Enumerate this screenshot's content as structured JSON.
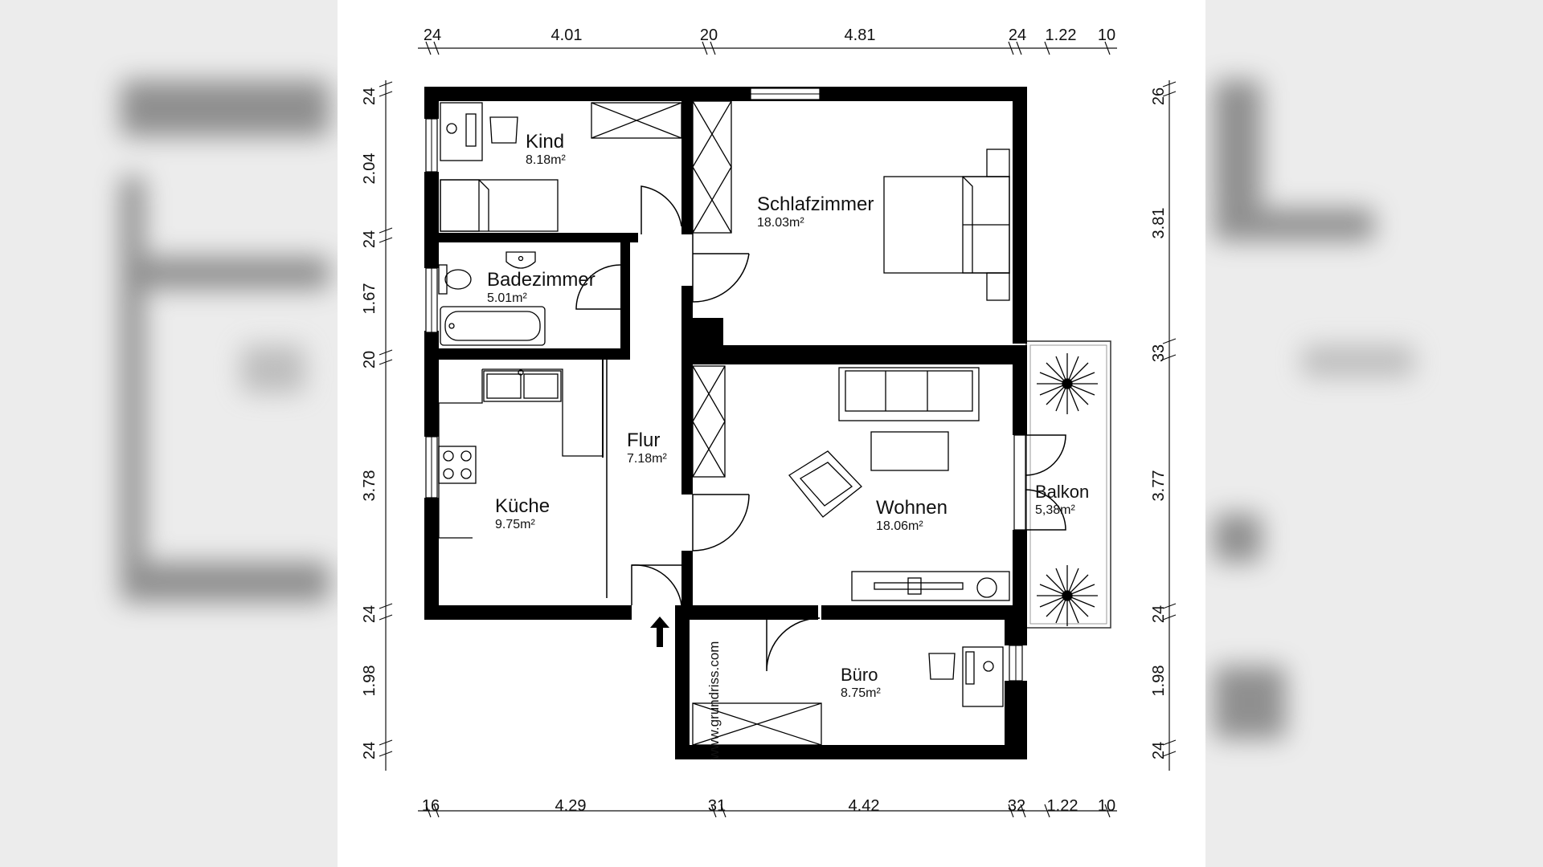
{
  "plan": {
    "rooms": [
      {
        "id": "kind",
        "name": "Kind",
        "area": "8.18m²"
      },
      {
        "id": "schlafzimmer",
        "name": "Schlafzimmer",
        "area": "18.03m²"
      },
      {
        "id": "badezimmer",
        "name": "Badezimmer",
        "area": "5.01m²"
      },
      {
        "id": "flur",
        "name": "Flur",
        "area": "7.18m²"
      },
      {
        "id": "kueche",
        "name": "Küche",
        "area": "9.75m²"
      },
      {
        "id": "wohnen",
        "name": "Wohnen",
        "area": "18.06m²"
      },
      {
        "id": "balkon",
        "name": "Balkon",
        "area": "5,38m²"
      },
      {
        "id": "buero",
        "name": "Büro",
        "area": "8.75m²"
      }
    ],
    "dims": {
      "top": [
        "24",
        "4.01",
        "20",
        "4.81",
        "24",
        "1.22",
        "10"
      ],
      "bottom": [
        "16",
        "4.29",
        "31",
        "4.42",
        "32",
        "1.22",
        "10"
      ],
      "left": [
        "24",
        "2.04",
        "24",
        "1.67",
        "20",
        "3.78",
        "24",
        "1.98",
        "24"
      ],
      "right": [
        "26",
        "3.81",
        "33",
        "3.77",
        "24",
        "1.98",
        "24"
      ]
    },
    "watermark": "www.grundriss.com"
  }
}
